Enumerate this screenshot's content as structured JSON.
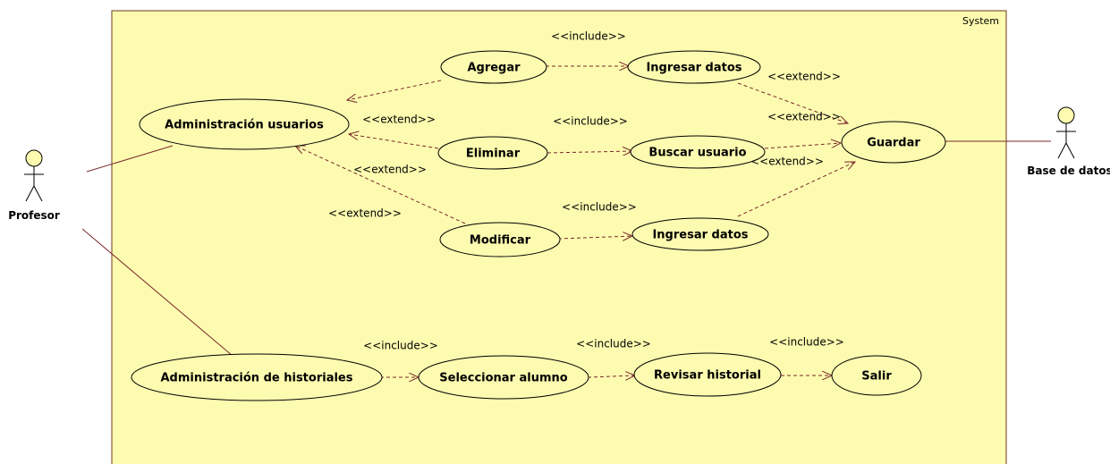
{
  "system": {
    "label": "System",
    "fill": "#fdfbb0",
    "stroke": "#6b3a1a"
  },
  "colors": {
    "line": "#7a2a2a",
    "dashed": "#7a2a2a",
    "ellipse_fill": "#fdfbb0"
  },
  "actors": {
    "profesor": "Profesor",
    "base_datos": "Base de datos"
  },
  "use_cases": {
    "admin_usuarios": "Administración usuarios",
    "agregar": "Agregar",
    "ingresar_datos_1": "Ingresar datos",
    "eliminar": "Eliminar",
    "buscar_usuario": "Buscar usuario",
    "guardar": "Guardar",
    "modificar": "Modificar",
    "ingresar_datos_2": "Ingresar datos",
    "admin_historiales": "Administración de historiales",
    "seleccionar_alumno": "Seleccionar alumno",
    "revisar_historial": "Revisar historial",
    "salir": "Salir"
  },
  "relations": {
    "include_agregar": "<<include>>",
    "extend_ingresar1_guardar": "<<extend>>",
    "extend_eliminar_admin": "<<extend>>",
    "include_eliminar": "<<include>>",
    "extend_buscar_guardar_top": "<<extend>>",
    "extend_modificar_admin": "<<extend>>",
    "extend_buscar_guardar_bottom": "<<extend>>",
    "extend_agregar_admin": "<<extend>>",
    "include_modificar": "<<include>>",
    "include_historiales": "<<include>>",
    "include_seleccionar": "<<include>>",
    "include_revisar": "<<include>>"
  }
}
